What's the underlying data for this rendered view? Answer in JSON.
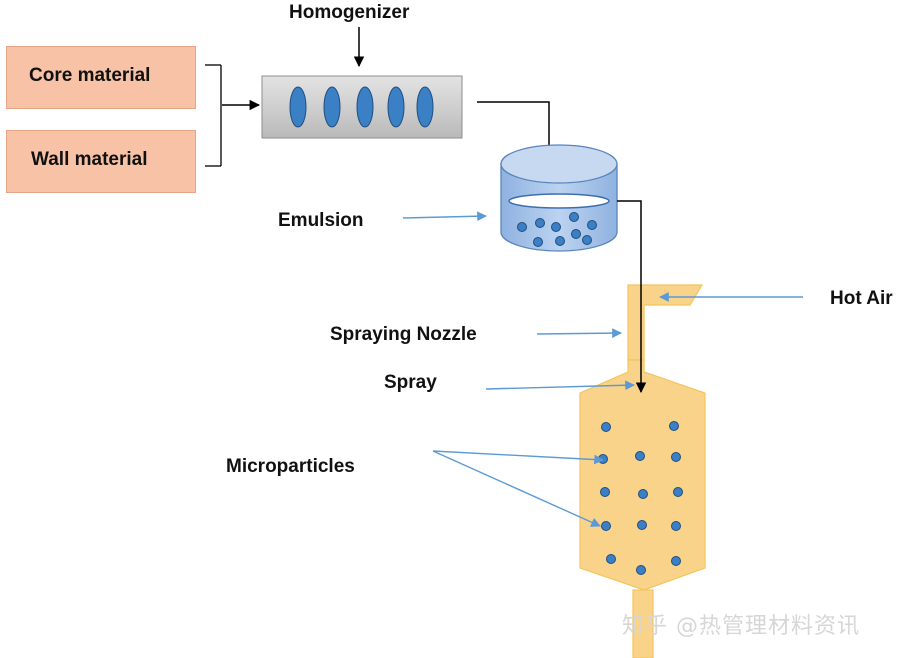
{
  "labels": {
    "homogenizer": "Homogenizer",
    "core_material": "Core material",
    "wall_material": "Wall material",
    "emulsion": "Emulsion",
    "hot_air": "Hot Air",
    "spraying_nozzle": "Spraying Nozzle",
    "spray": "Spray",
    "microparticles": "Microparticles"
  },
  "watermark": "知乎 @热管理材料资讯",
  "colors": {
    "material_box_fill": "#f8c2a6",
    "homogenizer_fill": "#c9c9c9",
    "blade_fill": "#3b7fc4",
    "emulsion_fill": "#a9c6ea",
    "dryer_fill": "#fad38a",
    "particle_fill": "#3b7fc4",
    "pointer_arrow": "#5b9bd5",
    "flow_arrow": "#000000"
  }
}
